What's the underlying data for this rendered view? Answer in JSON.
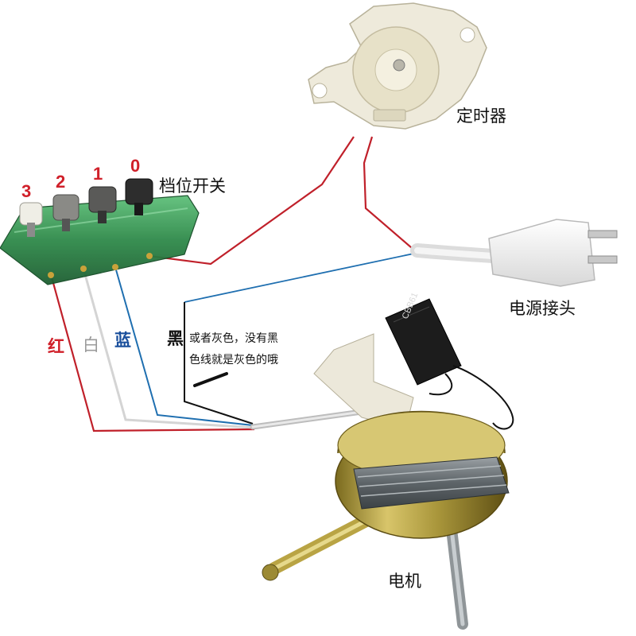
{
  "components": {
    "timer": "定时器",
    "switch": "档位开关",
    "plug": "电源接头",
    "motor": "电机"
  },
  "switch_positions": [
    "3",
    "2",
    "1",
    "0"
  ],
  "wire_labels": {
    "red": "红",
    "white": "白",
    "blue": "蓝",
    "black": "黑"
  },
  "notes": {
    "line1": "或者灰色，没有黑",
    "line2": "色线就是灰色的哦"
  },
  "capacitor": {
    "model": "CBB61"
  },
  "colors": {
    "red_wire": "#c0202a",
    "blue_wire": "#1f6fb0",
    "white_wire": "#cfcfcf",
    "black_wire": "#111111",
    "label_red": "#d0202a",
    "label_blue": "#1a4f9c",
    "label_white": "#888888"
  }
}
